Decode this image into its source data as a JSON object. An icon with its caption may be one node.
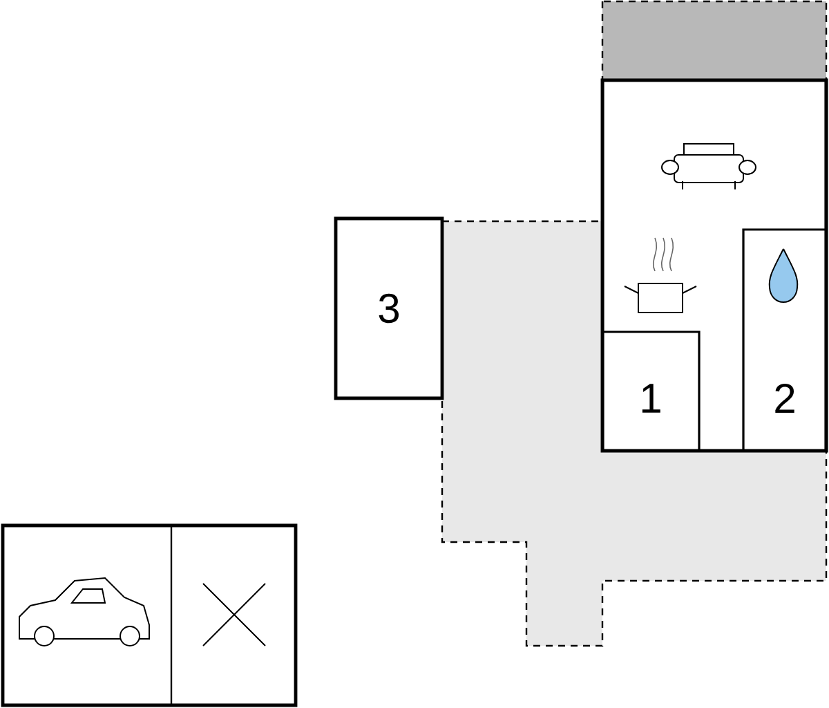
{
  "diagram": {
    "nodes": [
      {
        "text": [],
        "shape": "box"
      },
      {
        "text": [],
        "shape": "box"
      },
      {
        "text": [
          "3"
        ]
      },
      {
        "text": [
          "1"
        ],
        "in": 1
      },
      {
        "text": [
          "2"
        ],
        "in": 1
      }
    ]
  }
}
